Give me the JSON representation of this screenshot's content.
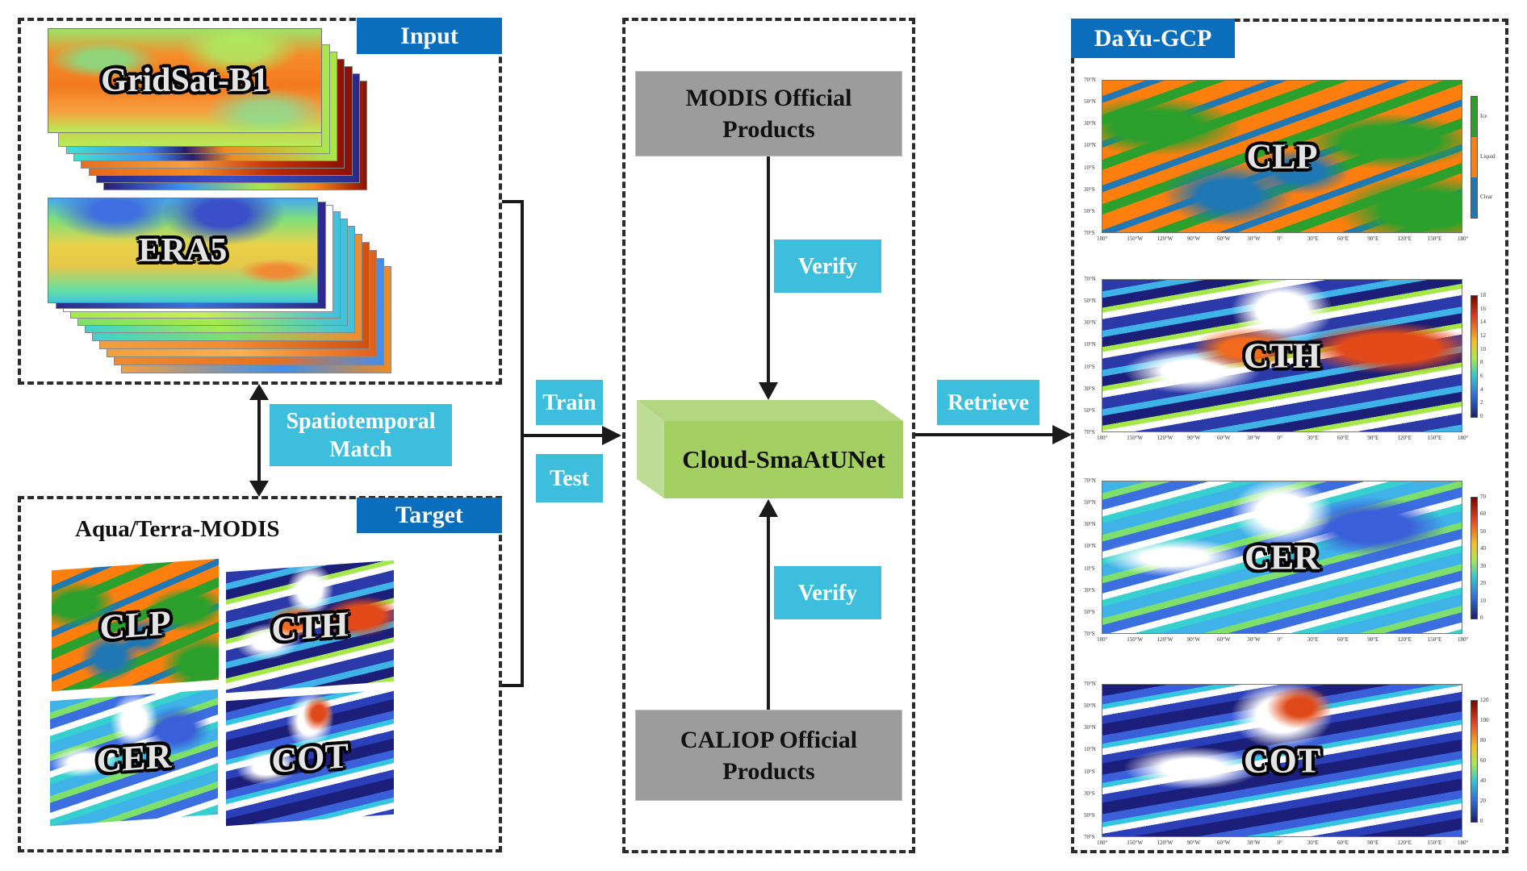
{
  "input_panel": {
    "label": "Input",
    "datasets": [
      {
        "name": "GridSat-B1"
      },
      {
        "name": "ERA5"
      }
    ]
  },
  "target_panel": {
    "label": "Target",
    "source": "Aqua/Terra-MODIS",
    "products": [
      "CLP",
      "CTH",
      "CER",
      "COT"
    ]
  },
  "match_label": "Spatiotemporal Match",
  "match_label_lines": [
    "Spatiotemporal",
    "Match"
  ],
  "train_label": "Train",
  "test_label": "Test",
  "center_panel": {
    "top_source": [
      "MODIS Official",
      "Products"
    ],
    "bottom_source": [
      "CALIOP Official",
      "Products"
    ],
    "verify_top": "Verify",
    "verify_bottom": "Verify",
    "model": "Cloud-SmaAtUNet"
  },
  "retrieve_label": "Retrieve",
  "output_panel": {
    "label": "DaYu-GCP",
    "lat_ticks": [
      "70°N",
      "50°N",
      "30°N",
      "10°N",
      "10°S",
      "30°S",
      "50°S",
      "70°S"
    ],
    "lon_ticks": [
      "180°",
      "150°W",
      "120°W",
      "90°W",
      "60°W",
      "30°W",
      "0°",
      "30°E",
      "60°E",
      "90°E",
      "120°E",
      "150°E",
      "180°"
    ],
    "maps": [
      {
        "title": "CLP",
        "colorbar": [
          "Ice",
          "Liquid",
          "Clear"
        ],
        "colorbar_colors": [
          "#2ca02c",
          "#ff7f0e",
          "#1f77b4"
        ]
      },
      {
        "title": "CTH",
        "colorbar": [
          "18",
          "16",
          "14",
          "12",
          "10",
          "8",
          "6",
          "4",
          "2",
          "0"
        ]
      },
      {
        "title": "CER",
        "colorbar": [
          "70",
          "60",
          "50",
          "40",
          "30",
          "20",
          "10",
          "0"
        ]
      },
      {
        "title": "COT",
        "colorbar": [
          "120",
          "100",
          "80",
          "60",
          "40",
          "20",
          "0"
        ]
      }
    ]
  },
  "colors": {
    "panel_label": "#0a6ebd",
    "action_label": "#3dbedd",
    "official_products": "#9c9c9c",
    "model_block": "#a4cf62"
  }
}
